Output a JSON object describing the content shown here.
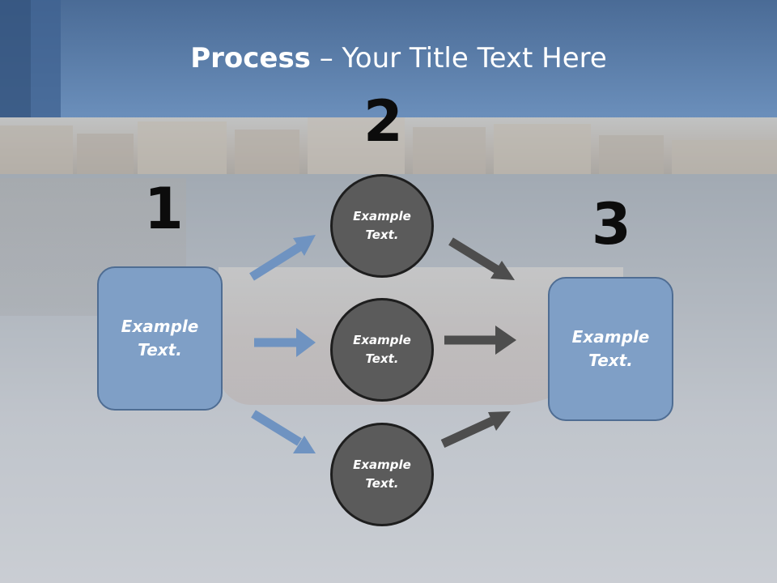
{
  "slide": {
    "title_bold": "Process",
    "title_rest": " – Your Title Text Here"
  },
  "steps": {
    "one": "1",
    "two": "2",
    "three": "3"
  },
  "left_box": {
    "text": "Example Text."
  },
  "right_box": {
    "text": "Example Text."
  },
  "circles": [
    {
      "text": "Example Text."
    },
    {
      "text": "Example Text."
    },
    {
      "text": "Example Text."
    }
  ],
  "colors": {
    "title_bar": "#6b8fbb",
    "box_fill": "#7f9fc6",
    "circle_fill": "#5b5b5b",
    "blue_arrow": "#6f93c1",
    "dark_arrow": "#4d4d4d"
  }
}
